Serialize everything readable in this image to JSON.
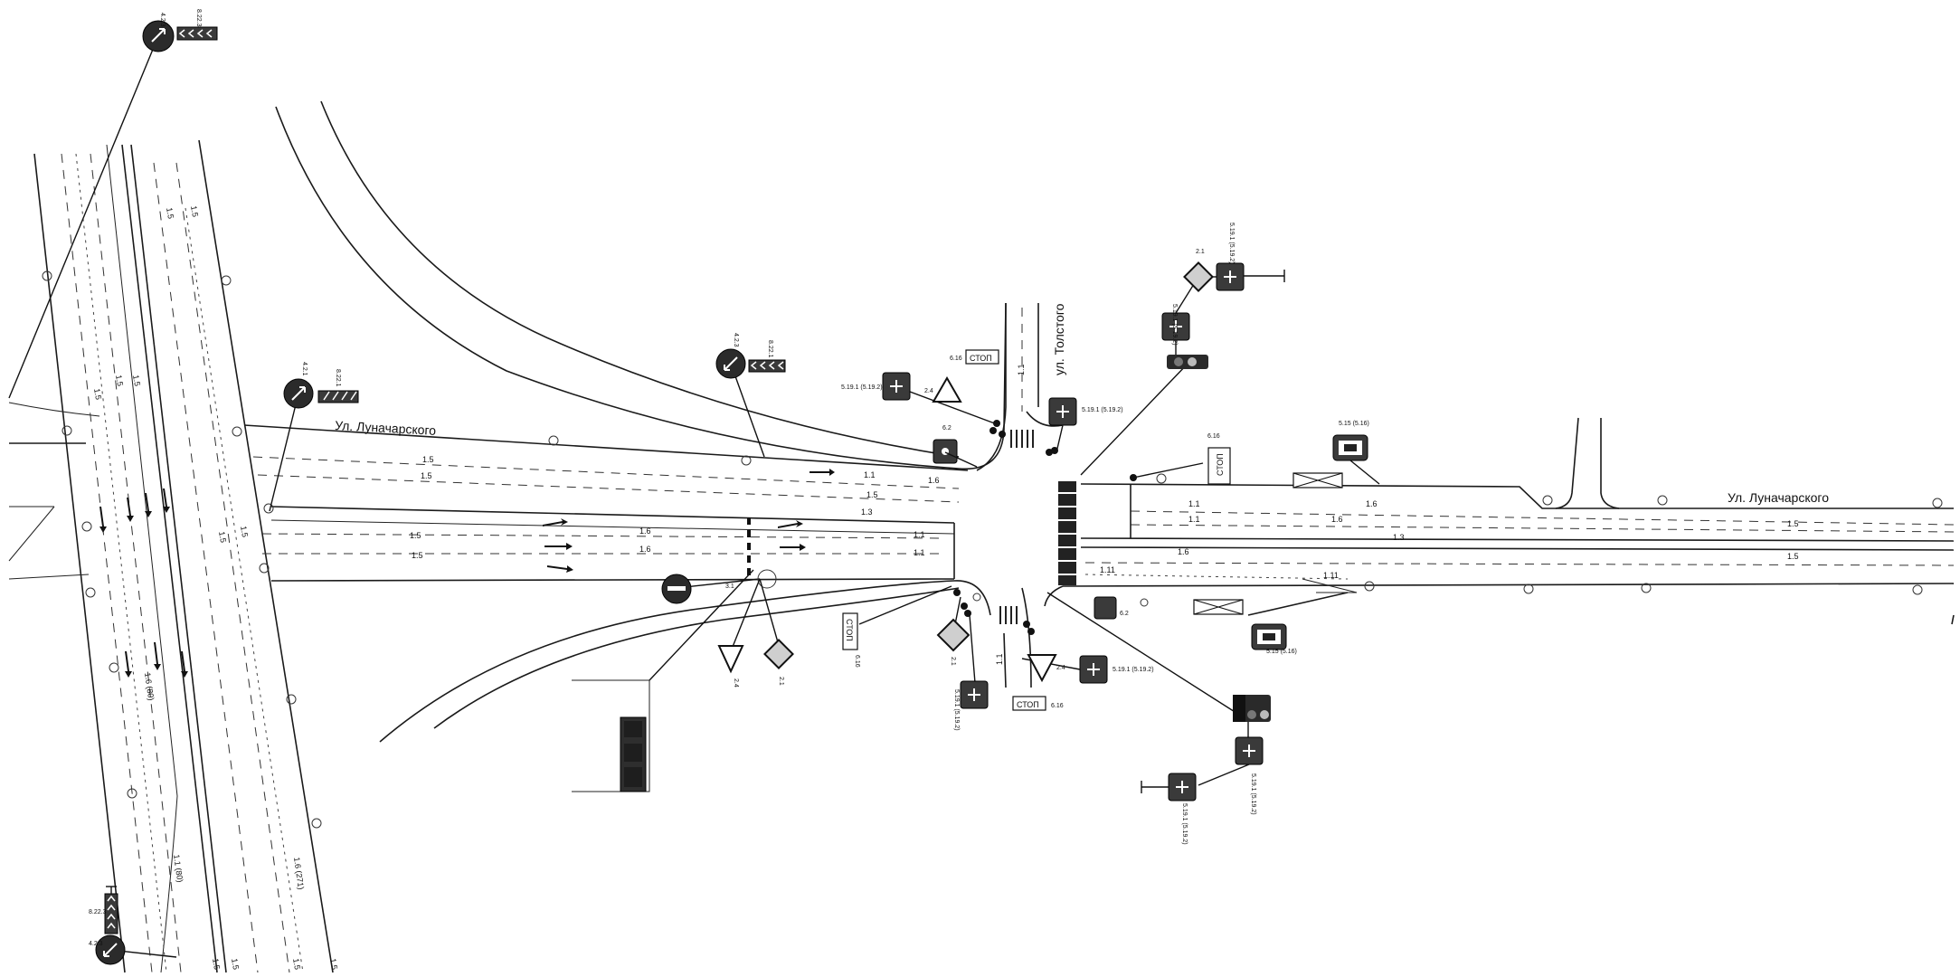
{
  "streets": {
    "lunacharsky_left": "Ул. Луначарского",
    "lunacharsky_right": "Ул. Луначарского",
    "tolstogo": "ул. Толстого"
  },
  "markings": {
    "m15": "1.5",
    "m16": "1.6",
    "m11": "1.1",
    "m13": "1.3",
    "m111": "1.11",
    "m16_80": "1.6 (80)",
    "m11_80": "1.1 (80)",
    "m16_271": "1.6 (271)"
  },
  "signs": {
    "s423": "4.2.3",
    "s4221": "8.22.1",
    "s8223": "8.22.3",
    "s421": "4.2.1",
    "s5191": "5.19.1 (5.19.2)",
    "s21": "2.1",
    "s24": "2.4",
    "s62": "6.2",
    "s616": "6.16",
    "s515": "5.15 (5.16)",
    "s31": "3.1",
    "stop": "СТОП"
  },
  "colors": {
    "line": "#1a1a1a",
    "sign_fill": "#2b2b2b",
    "diamond_fill": "#cfcfcf"
  },
  "icons": [
    "traffic-light-icon",
    "yield-sign-icon",
    "main-road-sign-icon",
    "no-entry-sign-icon",
    "crosswalk-sign-icon",
    "direction-sign-icon",
    "chevron-sign-icon",
    "stop-sign-icon"
  ]
}
